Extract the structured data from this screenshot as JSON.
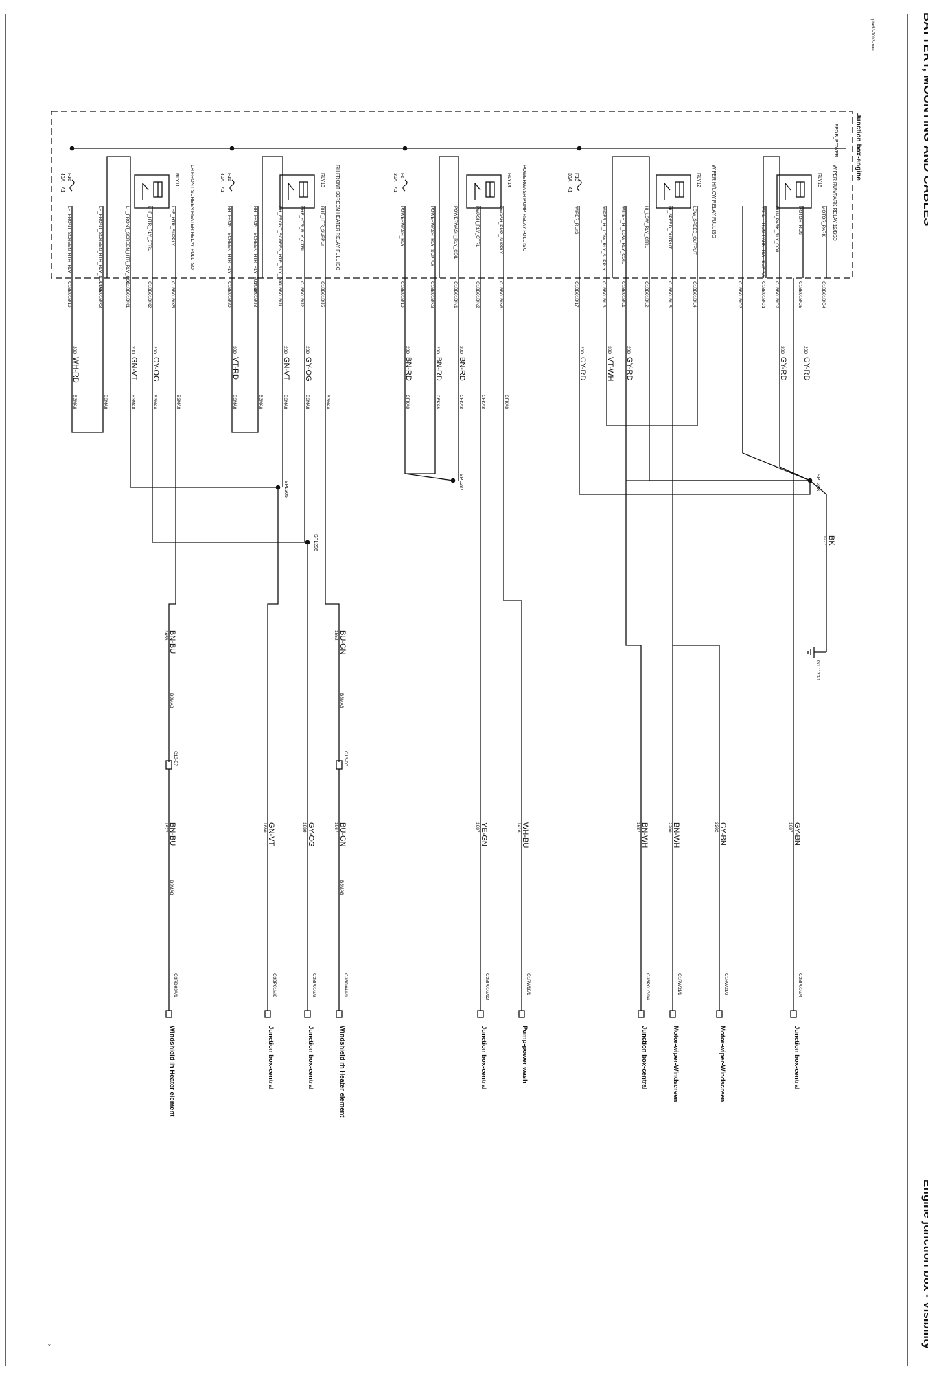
{
  "page": {
    "header_left": "BATTERY, MOUNTING AND CABLES",
    "header_right": "Engine junction box - Visibility",
    "doc_code": "pbe53-7003-mae",
    "footnote": "x"
  },
  "junction_box": {
    "label": "Junction box-engine",
    "power_label": "FPOB_POWER"
  },
  "relays": [
    {
      "id": "RLY16",
      "name": "WIPER RUN/PARK RELAY 12/BSD"
    },
    {
      "id": "RLY12",
      "name": "WIPER HI/LOW RELAY FULL ISO"
    },
    {
      "id": "RLY14",
      "name": "POWERWASH PUMP RELAY FULL ISO"
    },
    {
      "id": "RLY10",
      "name": "RH FRONT SCREEN HEATER RELAY FULL ISO"
    },
    {
      "id": "RLY11",
      "name": "LH FRONT SCREEN HEATER RELAY FULL ISO"
    }
  ],
  "fuses": [
    {
      "id": "F13",
      "rating": "30A",
      "pin": "A1"
    },
    {
      "id": "F6",
      "rating": "30A",
      "pin": "A1"
    },
    {
      "id": "F15",
      "rating": "40A",
      "pin": "A1"
    },
    {
      "id": "F16",
      "rating": "40A",
      "pin": "A1"
    }
  ],
  "circuits": [
    {
      "circuit": "MOTOR_PARK",
      "pin": "C1BB01B/O4",
      "color": "",
      "gauge": ""
    },
    {
      "circuit": "MOTOR_RUN",
      "pin": "C1BB01B/O5",
      "color": "GY-RD",
      "gauge": "200"
    },
    {
      "circuit": "RUN_PARK_RLY_COIL",
      "pin": "C1BB01B/O2",
      "color": "GY-RD",
      "gauge": "200"
    },
    {
      "circuit": "WIPER_RUN_PARK_RLY_SUPPLY",
      "pin": "C1BB01B/O1",
      "color": "",
      "gauge": ""
    },
    {
      "circuit": "",
      "pin": "C1BB01B/O3",
      "color": "",
      "gauge": ""
    },
    {
      "circuit": "LOW_SPEED_OUTPUT",
      "pin": "C1BB01B/L4",
      "color": "",
      "gauge": ""
    },
    {
      "circuit": "HI_SPEED_OUTPUT",
      "pin": "C1BB01B/L5",
      "color": "",
      "gauge": ""
    },
    {
      "circuit": "HI_LOW_RLY_CTRL",
      "pin": "C1BB01B/L2",
      "color": "",
      "gauge": ""
    },
    {
      "circuit": "WIPER_HI_LOW_RLY_COIL",
      "pin": "C1BB01B/L1",
      "color": "GY-RD",
      "gauge": "200"
    },
    {
      "circuit": "WIPER_HI_LOW_RLY_SUPPLY",
      "pin": "C1BB01B/L3",
      "color": "VT-WH",
      "gauge": "300"
    },
    {
      "circuit": "WIPER_RLYS",
      "pin": "C1BB01B/17",
      "color": "GY-RD",
      "gauge": "200"
    },
    {
      "circuit": "PWASH_PMP_SUPPLY",
      "pin": "C1BB01B/N6",
      "color": "",
      "gauge": ""
    },
    {
      "circuit": "PWASH_RLY_CTRL",
      "pin": "C1BB01B/N2",
      "color": "",
      "gauge": ""
    },
    {
      "circuit": "POWERWASH_RLY_COIL",
      "pin": "C1BB01B/N1",
      "color": "BN-RD",
      "gauge": "200"
    },
    {
      "circuit": "POWERWASH_RLY_SUPPLY",
      "pin": "C1BB01B/N3",
      "color": "BN-RD",
      "gauge": "200"
    },
    {
      "circuit": "POWERWASH_RLY",
      "pin": "C1BB01B/10",
      "color": "BN-RD",
      "gauge": "200"
    },
    {
      "circuit": "RHF_HTR_SUPPLY",
      "pin": "C1BB01B/J5",
      "color": "",
      "gauge": ""
    },
    {
      "circuit": "RHF_HTR_RLY_CTRL",
      "pin": "C1BB01B/J2",
      "color": "GY-OG",
      "gauge": "200"
    },
    {
      "circuit": "RH_FRONT_SCREEN_HTR_RLY_COIL",
      "pin": "C1BB01B/J1",
      "color": "GN-VT",
      "gauge": "200"
    },
    {
      "circuit": "RH_FRONT_SCREEN_HTR_RLY_SUPPLY",
      "pin": "C1BB01B/J3",
      "color": "",
      "gauge": ""
    },
    {
      "circuit": "RH_FRONT_SCREEN_HTR_RLY",
      "pin": "C1BB01B/20",
      "color": "VT-RD",
      "gauge": "300"
    },
    {
      "circuit": "LHF_HTR_SUPPLY",
      "pin": "C1BB01B/K5",
      "color": "",
      "gauge": ""
    },
    {
      "circuit": "LHF_HTR_RLY_CTRL",
      "pin": "C1BB01B/K2",
      "color": "GY-OG",
      "gauge": "200"
    },
    {
      "circuit": "LH_FRONT_SCREEN_HTR_RLY_COIL",
      "pin": "C1BB01B/K1",
      "color": "GN-VT",
      "gauge": "200"
    },
    {
      "circuit": "LH_FRONT_SCREEN_HTR_RLY_SUPPLY",
      "pin": "C1BB01B/K3",
      "color": "",
      "gauge": ""
    },
    {
      "circuit": "LH_FRONT_SCREEN_HTR_RLY",
      "pin": "C1BB01B/19",
      "color": "WH-RD",
      "gauge": "300"
    }
  ],
  "harness_codes": [
    "B3MA8",
    "CFKA8"
  ],
  "splices": [
    "SPL288",
    "SPL287",
    "SPL305",
    "SPL296"
  ],
  "ground": {
    "wire_color": "BK",
    "wire_num": "1277",
    "connector": "G1D123/1"
  },
  "inline_connectors": [
    {
      "id": "C13-E7",
      "wire_before": {
        "color": "BN-BU",
        "num": "3653"
      },
      "wire_after": {
        "color": "BN-BU",
        "num": "1577"
      }
    },
    {
      "id": "C13-D7",
      "wire_before": {
        "color": "BU-GN",
        "num": "1552"
      },
      "wire_after": {
        "color": "BU-GN",
        "num": "1067"
      }
    }
  ],
  "destinations": [
    {
      "wire_color": "GY-BN",
      "wire_num": "1687",
      "connector": "C3BP01G/4",
      "name": "Junction box-central"
    },
    {
      "wire_color": "GY-BN",
      "wire_num": "2202",
      "connector": "C1RW01/2",
      "name": "Motor-wiper-Windscreen"
    },
    {
      "wire_color": "BN-WH",
      "wire_num": "2200",
      "connector": "C1RW01/1",
      "name": "Motor-wiper-Windscreen"
    },
    {
      "wire_color": "BN-WH",
      "wire_num": "1687",
      "connector": "C3BP01G/14",
      "name": "Junction box-central"
    },
    {
      "wire_color": "WH-BU",
      "wire_num": "1416",
      "connector": "C1RW18/1",
      "name": "Pump-power wash"
    },
    {
      "wire_color": "YE-GN",
      "wire_num": "1687",
      "connector": "C3BP01G/12",
      "name": "Junction box-central"
    },
    {
      "wire_color": "BU-GN",
      "wire_num": "1067",
      "connector": "C3RD04A/1",
      "name": "Windshield rh Heater element"
    },
    {
      "wire_color": "GY-OG",
      "wire_num": "1880",
      "connector": "C3BP01G/3",
      "name": "Junction box-central"
    },
    {
      "wire_color": "GN-VT",
      "wire_num": "1880",
      "connector": "C3BP01M/6",
      "name": "Junction box-central"
    },
    {
      "wire_color": "BN-BU",
      "wire_num": "1577",
      "connector": "C3RD03A/1",
      "name": "Windshield lh Heater element"
    }
  ]
}
